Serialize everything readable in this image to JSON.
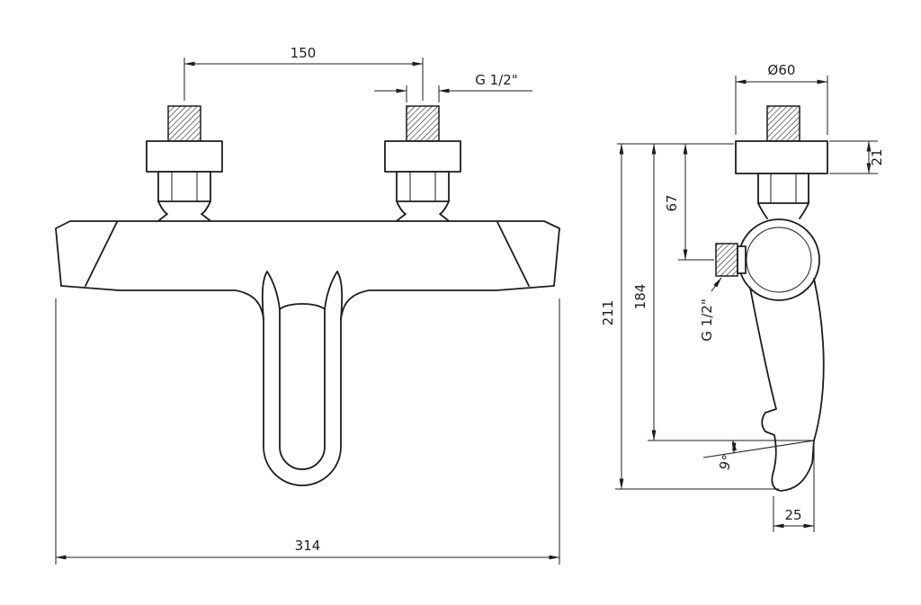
{
  "title": "bath-mixer-faucet-technical-drawing",
  "colors": {
    "ink": "#1d1d1b",
    "background": "#ffffff"
  },
  "front_view": {
    "spacing_dim": "150",
    "thread_dim": "G 1/2\"",
    "width_dim": "314"
  },
  "side_view": {
    "flange_diameter_dim": "Ø60",
    "flange_depth_dim": "21",
    "outlet_offset_dim": "67",
    "spout_drop_dim": "184",
    "overall_height_dim": "211",
    "outlet_thread_dim": "G 1/2\"",
    "spout_angle_dim": "9°",
    "tip_offset_dim": "25"
  }
}
